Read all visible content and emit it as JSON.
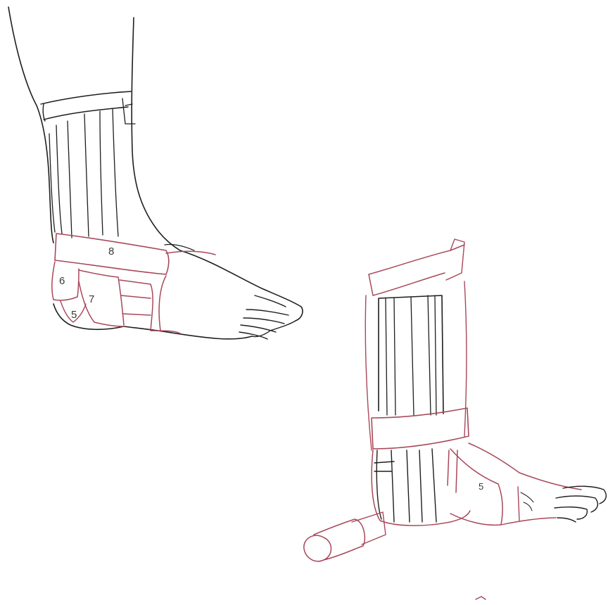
{
  "figure_left": {
    "labels": [
      "8",
      "6",
      "7",
      "5"
    ]
  },
  "figure_right": {
    "labels": [
      "5"
    ]
  },
  "colors": {
    "outline": "#1e1e1e",
    "tape": "#a8485a",
    "background": "#ffffff"
  }
}
